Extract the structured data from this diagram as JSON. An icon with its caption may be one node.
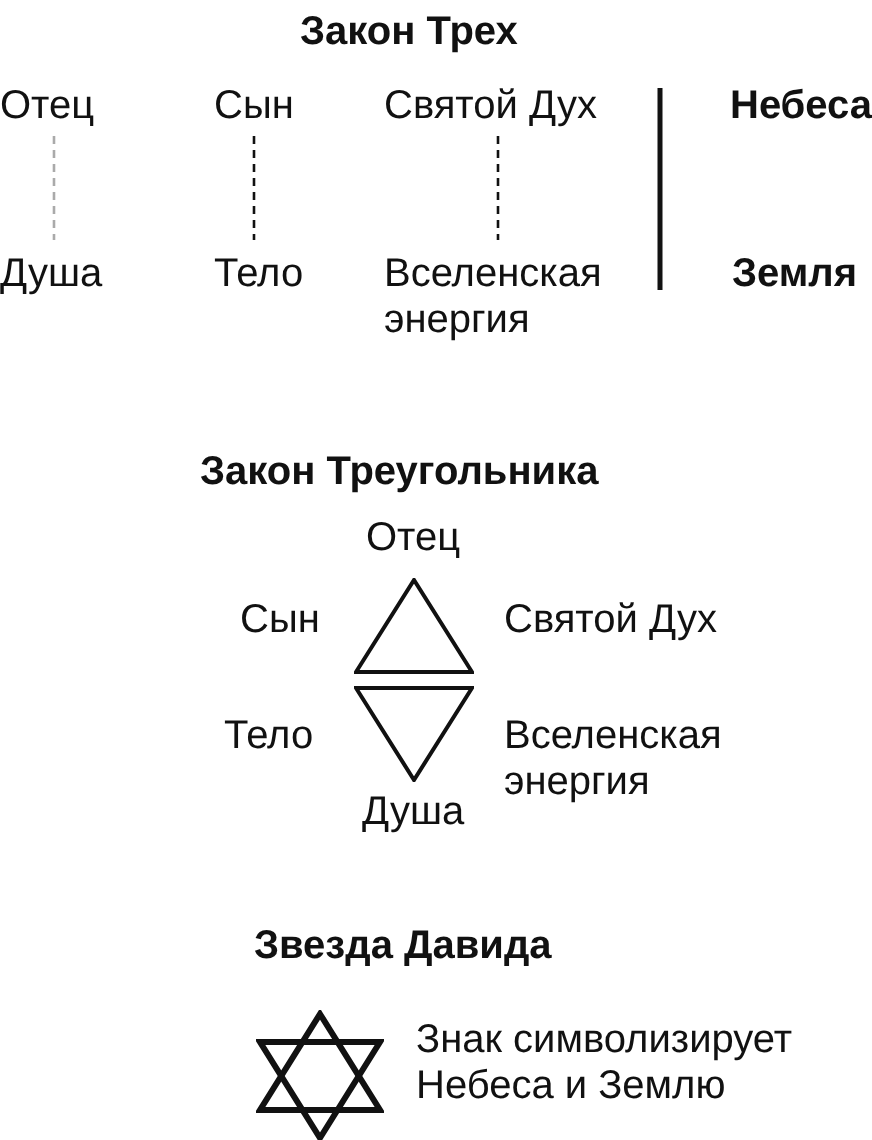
{
  "diagram": {
    "nodes": [
      {
        "text": [
          "Отец"
        ]
      },
      {
        "text": [
          "Сын"
        ]
      },
      {
        "text": [
          "Святой Дух"
        ]
      },
      {
        "text": [
          "Душа"
        ]
      },
      {
        "text": [
          "Тело"
        ]
      },
      {
        "text": [
          "Вселенская энергия"
        ]
      },
      {
        "text": [],
        "shape": "triangle"
      },
      {
        "text": [],
        "shape": "triangle"
      },
      {
        "text": [],
        "shape": "hexagram",
        "beside": [
          "Знак символизирует Небеса и Землю"
        ]
      }
    ],
    "edges": [
      {
        "from": 0,
        "to": 3,
        "arrow": "none",
        "style": "dashed",
        "color": "#aaaaaa"
      },
      {
        "from": 1,
        "to": 4,
        "arrow": "none",
        "style": "dashed"
      },
      {
        "from": 2,
        "to": 5,
        "arrow": "none",
        "style": "dashed"
      }
    ],
    "labels": [
      "Закон Трех",
      "Небеса",
      "Земля",
      "Закон Треугольника",
      "Отец",
      "Сын",
      "Святой Дух",
      "Тело",
      "Вселенская энергия",
      "Душа",
      "Звезда Давида"
    ]
  }
}
